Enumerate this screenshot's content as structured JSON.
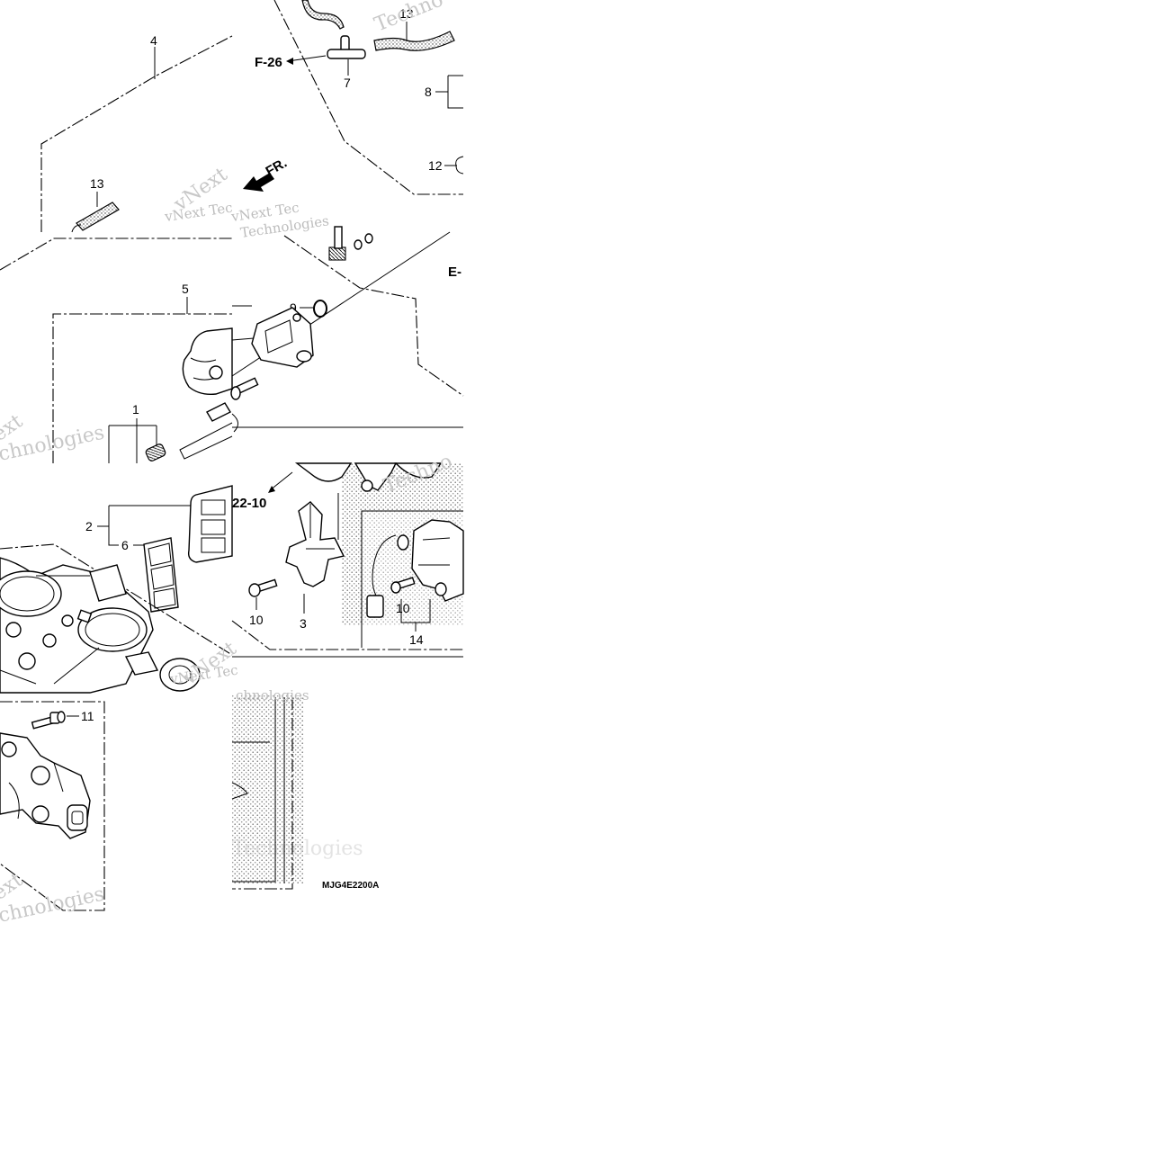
{
  "diagram": {
    "callouts": {
      "c1": "1",
      "c2": "2",
      "c3": "3",
      "c4": "4",
      "c5": "5",
      "c6": "6",
      "c7": "7",
      "c8": "8",
      "c9": "9",
      "c10a": "10",
      "c10b": "10",
      "c11": "11",
      "c12": "12",
      "c13a": "13",
      "c13b": "13",
      "c14": "14"
    },
    "refs": {
      "f26": "F-26",
      "r2210": "22-10",
      "e": "E-",
      "front": "FR."
    },
    "drawing_code": "MJG4E2200A",
    "watermark": {
      "a": "vNext Tec",
      "b": "Technologies",
      "c": "Techno",
      "d": "vNext",
      "e": "chnologies",
      "f": "ext"
    }
  }
}
